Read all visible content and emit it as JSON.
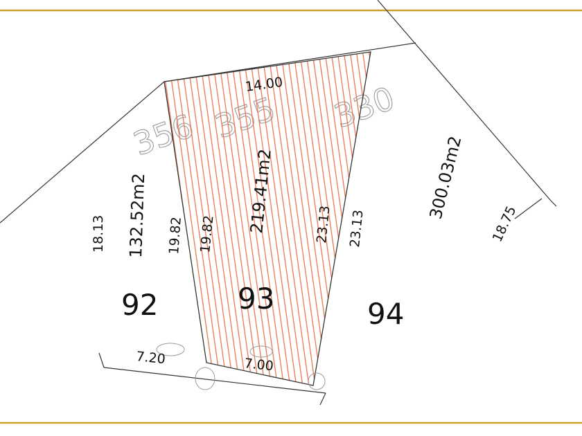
{
  "colors": {
    "frame_line": "#c9a227",
    "hatch": "#e8734a",
    "boundary": "#333333"
  },
  "lots": [
    {
      "id": "92",
      "number": "92",
      "area": "132.52m2",
      "front": "7.20",
      "side_left": "18.13",
      "side_right": "19.82"
    },
    {
      "id": "93",
      "number": "93",
      "area": "219.41m2",
      "back": "14.00",
      "front": "7.00",
      "side_left": "19.82",
      "side_right": "23.13",
      "highlighted": true
    },
    {
      "id": "94",
      "number": "94",
      "area": "300.03m2",
      "side_left": "23.13",
      "side_right": "18.75"
    }
  ],
  "stamps": [
    "356",
    "355",
    "330"
  ]
}
